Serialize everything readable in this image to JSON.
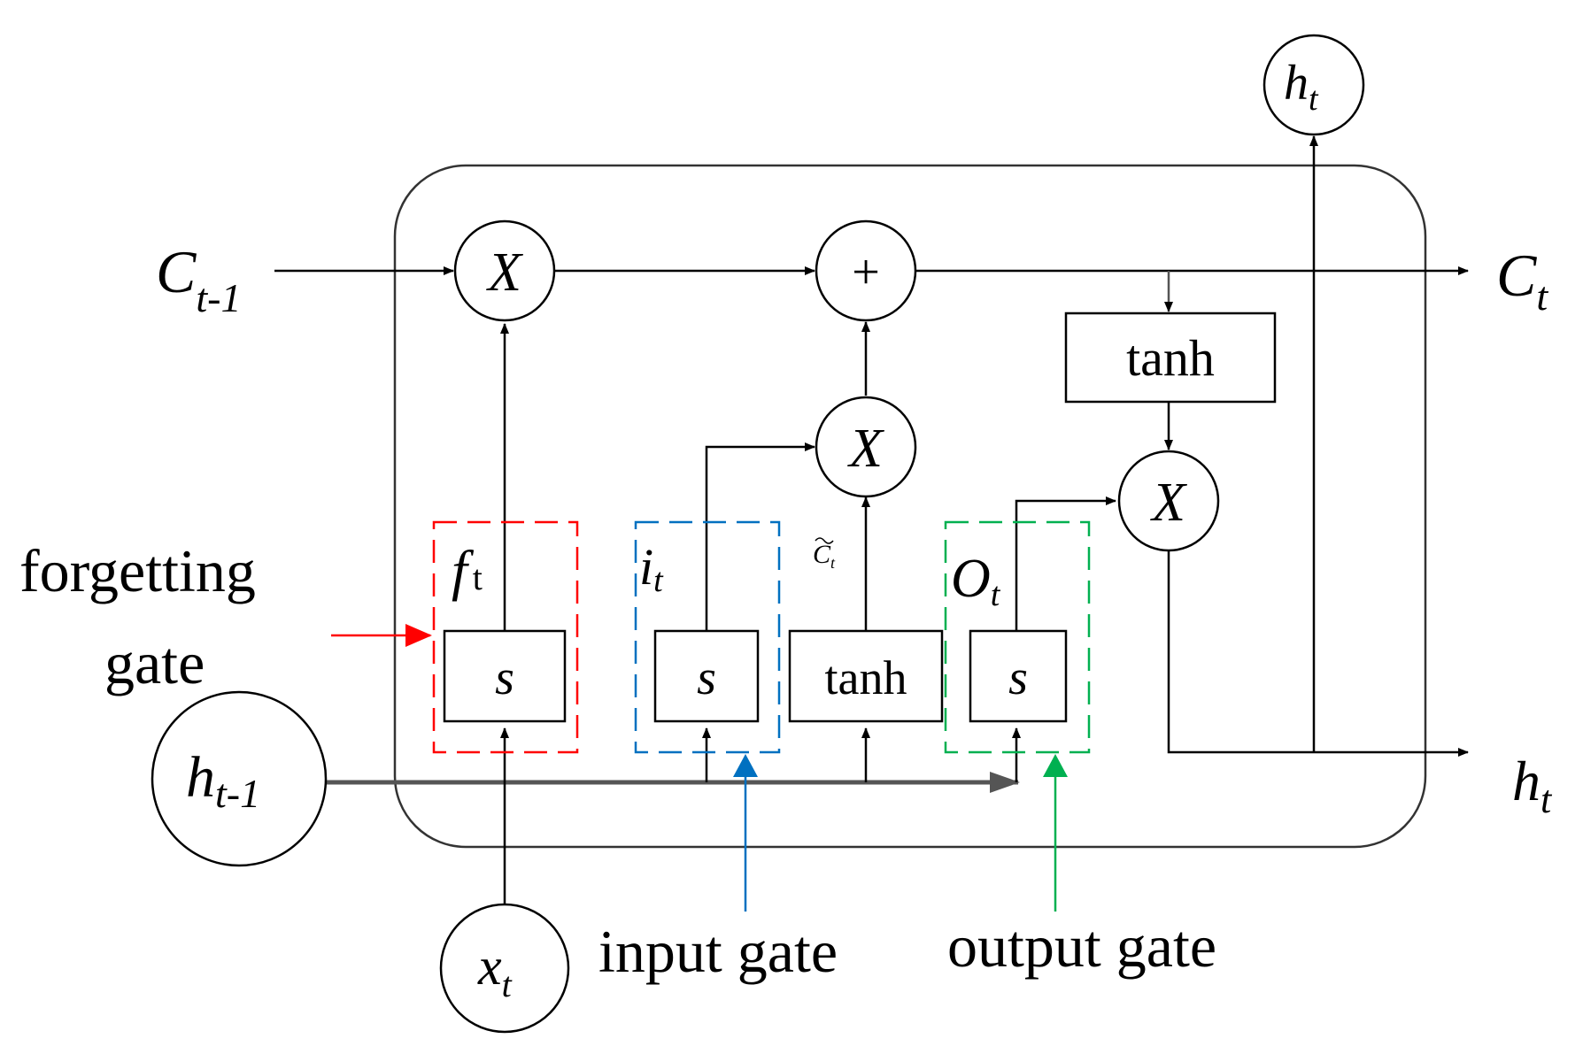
{
  "cell_input": {
    "base": "C",
    "sub": "t-1"
  },
  "cell_output": {
    "base": "C",
    "sub": "t"
  },
  "hidden_input": {
    "base": "h",
    "sub": "t-1"
  },
  "hidden_output_top": {
    "base": "h",
    "sub": "t"
  },
  "hidden_output_right": {
    "base": "h",
    "sub": "t"
  },
  "x_input": {
    "base": "x",
    "sub": "t"
  },
  "ops": {
    "multiply": "X",
    "add": "+"
  },
  "blocks": {
    "sigma": "s",
    "tanh": "tanh"
  },
  "gate_symbols": {
    "forget": {
      "base": "f",
      "sub": "t"
    },
    "input": {
      "base": "i",
      "sub": "t"
    },
    "candidate": {
      "base": "C",
      "sub": "t"
    },
    "output": {
      "base": "O",
      "sub": "t"
    }
  },
  "callouts": {
    "forget_line1": "forgetting",
    "forget_line2": "gate",
    "input": "input gate",
    "output": "output gate"
  },
  "colors": {
    "forget": "#ff0000",
    "input": "#0070c0",
    "output": "#00b050",
    "stroke": "#000000",
    "frame": "#333333"
  }
}
